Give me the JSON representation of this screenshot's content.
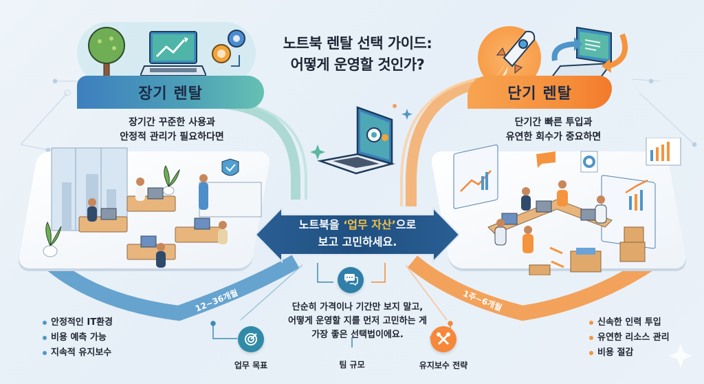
{
  "title": {
    "line1": "노트북 렌탈 선택 가이드:",
    "line2": "어떻게 운영할 것인가?"
  },
  "long_term": {
    "heading": "장기 렌탈",
    "subtitle_line1": "장기간 꾸준한 사용과",
    "subtitle_line2": "안정적 관리가 필요하다면",
    "period": "12~36개월",
    "bullets": [
      "안정적인 IT환경",
      "비용 예측 가능",
      "지속적 유지보수"
    ],
    "accent_color": "#3d7fbf",
    "icons": [
      "tree-icon",
      "laptop-growth-chart-icon",
      "gears-icon"
    ]
  },
  "short_term": {
    "heading": "단기 렌탈",
    "subtitle_line1": "단기간 빠른 투입과",
    "subtitle_line2": "유연한 회수가 중요하면",
    "period": "1주~6개월",
    "bullets": [
      "신속한 인력 투입",
      "유연한 리소스 관리",
      "비용 절감"
    ],
    "accent_color": "#f58d3a",
    "icons": [
      "rocket-icon",
      "laptop-exchange-arrows-icon"
    ]
  },
  "center": {
    "message_prefix": "노트북을 ",
    "message_highlight": "‘업무 자산’",
    "message_suffix": "으로",
    "message_line2": "보고 고민하세요."
  },
  "bottom": {
    "line1": "단순히 가격이나 기간만 보지 말고,",
    "line2": "어떻게 운영할 지를 먼저 고민하는 게",
    "line3": "가장 좋은 선택법이에요.",
    "factors": [
      {
        "label": "업무 목표",
        "icon": "target-icon",
        "color": "#2f8ba8"
      },
      {
        "label": "팀 규모",
        "icon": "chat-bubbles-icon",
        "color": "#2f7fa8"
      },
      {
        "label": "유지보수 전략",
        "icon": "wrench-tools-icon",
        "color": "#f5883a"
      }
    ]
  }
}
